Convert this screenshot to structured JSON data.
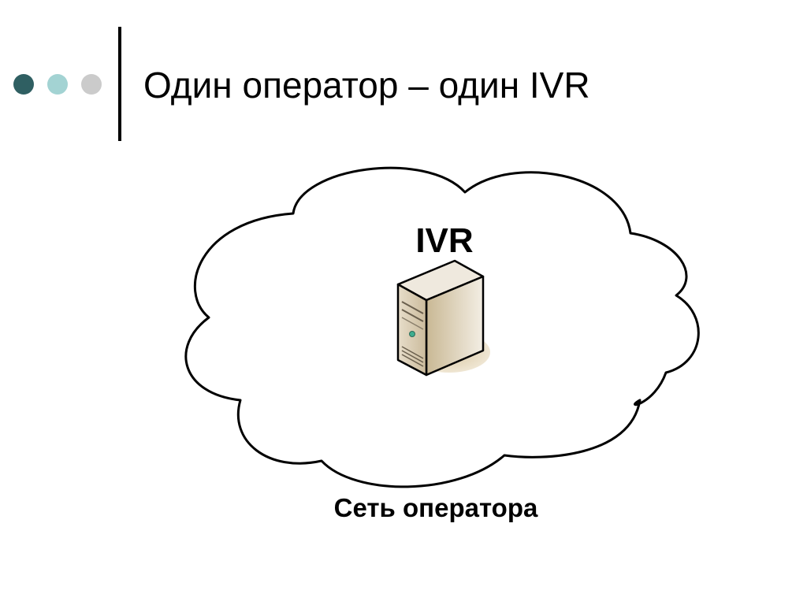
{
  "slide": {
    "title": "Один оператор – один IVR"
  },
  "header": {
    "dot_colors": [
      "#2f5f62",
      "#a3d3d3",
      "#cbcbcb"
    ]
  },
  "diagram": {
    "node_label": "IVR",
    "node_icon": "server-tower-icon",
    "cloud_label": "Сеть оператора"
  }
}
